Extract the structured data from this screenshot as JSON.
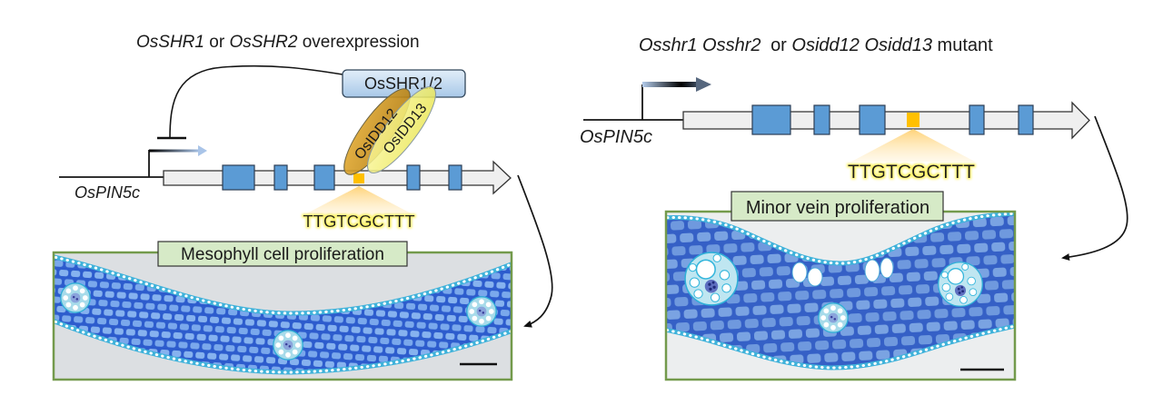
{
  "left_panel": {
    "title": {
      "gene_a": "OsSHR1",
      "connector": "or",
      "gene_b": "OsSHR2",
      "condition": "overexpression"
    },
    "gene": {
      "name": "OsPIN5c",
      "exon_count": 5,
      "promoter_state": "repressed"
    },
    "regulator": {
      "label": "OsSHR1/2"
    },
    "transcription_factors": [
      {
        "label": "OsIDD12"
      },
      {
        "label": "OsIDD13"
      }
    ],
    "binding_motif": "TTGTCGCTTT",
    "phenotype": {
      "label": "Mesophyll cell proliferation"
    }
  },
  "right_panel": {
    "title": {
      "mutant_a1": "Osshr1",
      "mutant_a2": "Osshr2",
      "connector": "or",
      "mutant_b1": "Osidd12",
      "mutant_b2": "Osidd13",
      "condition": "mutant"
    },
    "gene": {
      "name": "OsPIN5c",
      "exon_count": 5,
      "promoter_state": "active"
    },
    "binding_motif": "TTGTCGCTTT",
    "phenotype": {
      "label": "Minor vein proliferation"
    }
  },
  "colors": {
    "exon": "#5b9bd5",
    "binding_site": "#ffc000",
    "phenotype_label_fill": "#d6eac7",
    "micrograph_frame": "#739a4c",
    "left_micrograph_bg": "#dcdfe2",
    "right_micrograph_bg": "#eceeef"
  }
}
